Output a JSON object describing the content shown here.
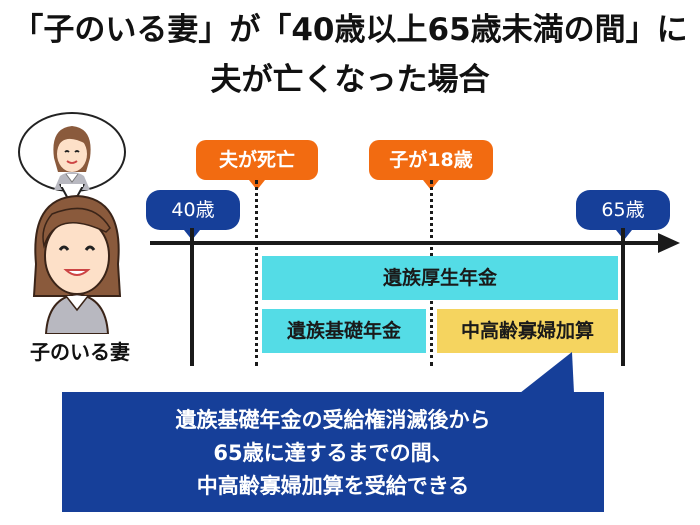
{
  "title": {
    "line1": "「子のいる妻」が「40歳以上65歳未満の間」に",
    "line2": "夫が亡くなった場合"
  },
  "person": {
    "label": "子のいる妻",
    "icon": "woman-avatar-icon"
  },
  "events": {
    "husband_death": "夫が死亡",
    "child_18": "子が18歳"
  },
  "ages": {
    "start": "40歳",
    "end": "65歳"
  },
  "benefits": {
    "survivor_employee_pension": "遺族厚生年金",
    "survivor_basic_pension": "遺族基礎年金",
    "widow_addition": "中高齢寡婦加算"
  },
  "callout": {
    "line1": "遺族基礎年金の受給権消滅後から",
    "line2": "65歳に達するまでの間、",
    "line3": "中高齢寡婦加算を受給できる"
  },
  "colors": {
    "orange": "#f26b11",
    "navy": "#163f99",
    "cyan": "#54dce6",
    "yellow": "#f5d45f"
  }
}
